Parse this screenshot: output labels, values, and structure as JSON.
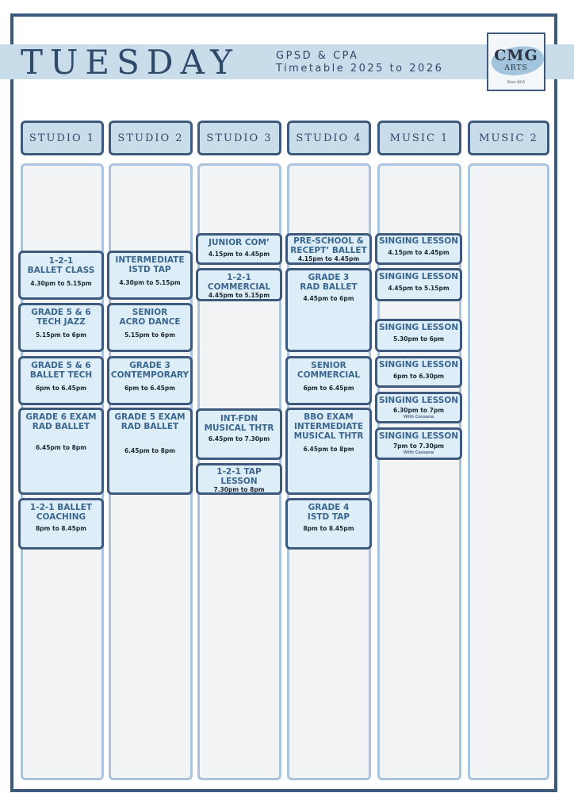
{
  "header": {
    "day": "TUESDAY",
    "line1": "GPSD & CPA",
    "line2": "Timetable 2025 to 2026",
    "logo_main": "CMG",
    "logo_sub": "ARTS",
    "logo_since": "Since 2015"
  },
  "columns": [
    "STUDIO 1",
    "STUDIO 2",
    "STUDIO 3",
    "STUDIO 4",
    "MUSIC 1",
    "MUSIC 2"
  ],
  "slots": {
    "s1": [
      {
        "title": "1-2-1\nBALLET CLASS",
        "time": "4.30pm to 5.15pm"
      },
      {
        "title": "GRADE 5 & 6\nTECH JAZZ",
        "time": "5.15pm to 6pm"
      },
      {
        "title": "GRADE 5 & 6\nBALLET TECH",
        "time": "6pm to 6.45pm"
      },
      {
        "title": "GRADE 6 EXAM\nRAD BALLET",
        "time": "6.45pm to 8pm"
      },
      {
        "title": "1-2-1 BALLET\nCOACHING",
        "time": "8pm to 8.45pm"
      }
    ],
    "s2": [
      {
        "title": "INTERMEDIATE\nISTD TAP",
        "time": "4.30pm to 5.15pm"
      },
      {
        "title": "SENIOR\nACRO DANCE",
        "time": "5.15pm to 6pm"
      },
      {
        "title": "GRADE 3\nCONTEMPORARY",
        "time": "6pm to 6.45pm"
      },
      {
        "title": "GRADE 5 EXAM\nRAD BALLET",
        "time": "6.45pm to 8pm"
      }
    ],
    "s3": [
      {
        "title": "JUNIOR COM’",
        "time": "4.15pm to 4.45pm"
      },
      {
        "title": "1-2-1\nCOMMERCIAL",
        "time": "4.45pm to 5.15pm"
      },
      {
        "title": "INT-FDN\nMUSICAL THTR",
        "time": "6.45pm to 7.30pm"
      },
      {
        "title": "1-2-1 TAP\nLESSON",
        "time": "7.30pm to 8pm"
      }
    ],
    "s4": [
      {
        "title": "PRE-SCHOOL &\nRECEPT’ BALLET",
        "time": "4.15pm to 4.45pm"
      },
      {
        "title": "GRADE 3\nRAD BALLET",
        "time": "4.45pm to 6pm"
      },
      {
        "title": "SENIOR\nCOMMERCIAL",
        "time": "6pm to 6.45pm"
      },
      {
        "title": "BBO EXAM\nINTERMEDIATE\nMUSICAL THTR",
        "time": "6.45pm to 8pm"
      },
      {
        "title": "GRADE 4\nISTD TAP",
        "time": "8pm to 8.45pm"
      }
    ],
    "m1": [
      {
        "title": "SINGING LESSON",
        "time": "4.15pm to 4.45pm"
      },
      {
        "title": "SINGING LESSON",
        "time": "4.45pm to 5.15pm"
      },
      {
        "title": "SINGING LESSON",
        "time": "5.30pm to 6pm"
      },
      {
        "title": "SINGING LESSON",
        "time": "6pm to 6.30pm"
      },
      {
        "title": "SINGING LESSON",
        "time": "6.30pm to 7pm",
        "note": "With Cassana"
      },
      {
        "title": "SINGING LESSON",
        "time": "7pm to 7.30pm",
        "note": "With Cassana"
      }
    ]
  }
}
